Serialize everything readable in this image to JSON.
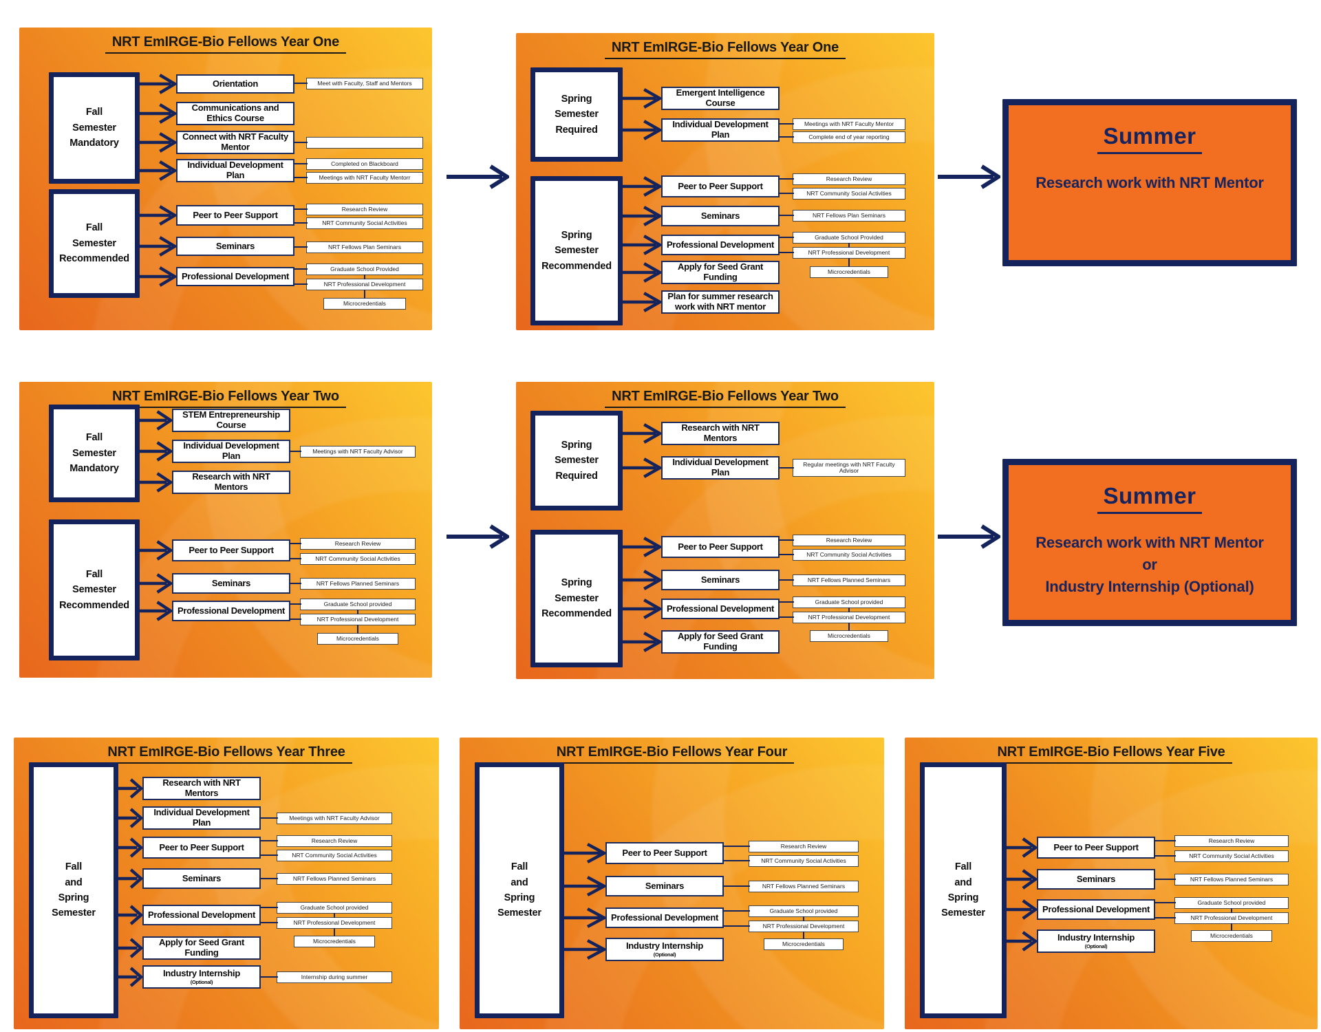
{
  "colors": {
    "navy": "#14235c",
    "panel_orange_dark": "#e8671d",
    "panel_orange_light": "#fcc62f",
    "summer_fill": "#f26e21",
    "box_fill": "#ffffff",
    "title_text": "#191919"
  },
  "panels": [
    {
      "title": "NRT EmIRGE-Bio Fellows Year One",
      "groups": [
        {
          "label": "Fall\nSemester\nMandatory",
          "items": [
            {
              "label": "Orientation",
              "smalls": [
                "Meet with Faculty, Staff and Mentors"
              ]
            },
            {
              "label": "Communications and Ethics Course",
              "smalls": []
            },
            {
              "label": "Connect with NRT Faculty Mentor",
              "smalls": [
                ""
              ]
            },
            {
              "label": "Individual Development Plan",
              "smalls": [
                "Completed on Blackboard",
                "Meetings with NRT Faculty Mentorr"
              ]
            }
          ]
        },
        {
          "label": "Fall\nSemester\nRecommended",
          "items": [
            {
              "label": "Peer to Peer Support",
              "smalls": [
                "Research Review",
                "NRT Community Social Activities"
              ]
            },
            {
              "label": "Seminars",
              "smalls": [
                "NRT Fellows Plan Seminars"
              ]
            },
            {
              "label": "Professional Development",
              "smalls": [
                "Graduate School Provided",
                "NRT Professional Development",
                "Microcredentials"
              ]
            }
          ]
        }
      ]
    },
    {
      "title": "NRT EmIRGE-Bio Fellows Year One",
      "groups": [
        {
          "label": "Spring\nSemester\nRequired",
          "items": [
            {
              "label": "Emergent Intelligence Course",
              "smalls": []
            },
            {
              "label": "Individual Development Plan",
              "smalls": [
                "Meetings with NRT Faculty Mentor",
                "Complete end of year reporting"
              ]
            }
          ]
        },
        {
          "label": "Spring\nSemester\nRecommended",
          "items": [
            {
              "label": "Peer to Peer Support",
              "smalls": [
                "Research Review",
                "NRT Community Social Activities"
              ]
            },
            {
              "label": "Seminars",
              "smalls": [
                "NRT Fellows Plan Seminars"
              ]
            },
            {
              "label": "Professional Development",
              "smalls": [
                "Graduate School Provided",
                "NRT Professional Development",
                "Microcredentials"
              ]
            },
            {
              "label": "Apply for Seed Grant Funding",
              "smalls": []
            },
            {
              "label": "Plan for summer research work with NRT mentor",
              "smalls": []
            }
          ]
        }
      ]
    },
    {
      "title": "NRT EmIRGE-Bio Fellows Year Two",
      "groups": [
        {
          "label": "Fall\nSemester\nMandatory",
          "items": [
            {
              "label": "STEM Entrepreneurship Course",
              "smalls": []
            },
            {
              "label": "Individual Development Plan",
              "smalls": [
                "Meetings with NRT Faculty Advisor"
              ]
            },
            {
              "label": "Research with NRT Mentors",
              "smalls": []
            }
          ]
        },
        {
          "label": "Fall\nSemester\nRecommended",
          "items": [
            {
              "label": "Peer to Peer Support",
              "smalls": [
                "Research Review",
                "NRT Community Social Activities"
              ]
            },
            {
              "label": "Seminars",
              "smalls": [
                "NRT Fellows Planned Seminars"
              ]
            },
            {
              "label": "Professional Development",
              "smalls": [
                "Graduate School provided",
                "NRT Professional Development",
                "Microcredentials"
              ]
            }
          ]
        }
      ]
    },
    {
      "title": "NRT EmIRGE-Bio Fellows Year Two",
      "groups": [
        {
          "label": "Spring\nSemester\nRequired",
          "items": [
            {
              "label": "Research with NRT Mentors",
              "smalls": []
            },
            {
              "label": "Individual Development Plan",
              "smalls": [
                "Regular meetings with NRT Faculty Advisor"
              ]
            }
          ]
        },
        {
          "label": "Spring\nSemester\nRecommended",
          "items": [
            {
              "label": "Peer to Peer Support",
              "smalls": [
                "Research Review",
                "NRT Community Social Activities"
              ]
            },
            {
              "label": "Seminars",
              "smalls": [
                "NRT Fellows Planned Seminars"
              ]
            },
            {
              "label": "Professional Development",
              "smalls": [
                "Graduate School provided",
                "NRT Professional Development",
                "Microcredentials"
              ]
            },
            {
              "label": "Apply for Seed Grant Funding",
              "smalls": []
            }
          ]
        }
      ]
    },
    {
      "title": "NRT EmIRGE-Bio Fellows Year Three",
      "groups": [
        {
          "label": "Fall\nand\nSpring\nSemester",
          "items": [
            {
              "label": "Research with NRT Mentors",
              "smalls": []
            },
            {
              "label": "Individual Development Plan",
              "smalls": [
                "Meetings with NRT Faculty Advisor"
              ]
            },
            {
              "label": "Peer to Peer Support",
              "smalls": [
                "Research Review",
                "NRT Community Social Activities"
              ]
            },
            {
              "label": "Seminars",
              "smalls": [
                "NRT Fellows Planned Seminars"
              ]
            },
            {
              "label": "Professional Development",
              "smalls": [
                "Graduate School provided",
                "NRT Professional Development",
                "Microcredentials"
              ]
            },
            {
              "label": "Apply for Seed Grant Funding",
              "smalls": []
            },
            {
              "label": "Industry Internship",
              "sublabel": "(Optional)",
              "smalls": [
                "Internship during summer"
              ]
            }
          ]
        }
      ]
    },
    {
      "title": "NRT EmIRGE-Bio Fellows Year Four",
      "groups": [
        {
          "label": "Fall\nand\nSpring\nSemester",
          "items": [
            {
              "label": "Peer to Peer Support",
              "smalls": [
                "Research Review",
                "NRT Community Social Activities"
              ]
            },
            {
              "label": "Seminars",
              "smalls": [
                "NRT Fellows Planned Seminars"
              ]
            },
            {
              "label": "Professional Development",
              "smalls": [
                "Graduate School provided",
                "NRT Professional Development",
                "Microcredentials"
              ]
            },
            {
              "label": "Industry Internship",
              "sublabel": "(Optional)",
              "smalls": []
            }
          ]
        }
      ]
    },
    {
      "title": "NRT EmIRGE-Bio Fellows Year Five",
      "groups": [
        {
          "label": "Fall\nand\nSpring\nSemester",
          "items": [
            {
              "label": "Peer to Peer Support",
              "smalls": [
                "Research Review",
                "NRT Community Social Activities"
              ]
            },
            {
              "label": "Seminars",
              "smalls": [
                "NRT Fellows Planned Seminars"
              ]
            },
            {
              "label": "Professional Development",
              "smalls": [
                "Graduate School provided",
                "NRT Professional Development",
                "Microcredentials"
              ]
            },
            {
              "label": "Industry Internship",
              "sublabel": "(Optional)",
              "smalls": []
            }
          ]
        }
      ]
    }
  ],
  "summer_boxes": [
    {
      "title": "Summer",
      "lines": [
        "Research work with NRT Mentor"
      ]
    },
    {
      "title": "Summer",
      "lines": [
        "Research work with NRT Mentor",
        "or",
        "Industry Internship (Optional)"
      ]
    }
  ]
}
